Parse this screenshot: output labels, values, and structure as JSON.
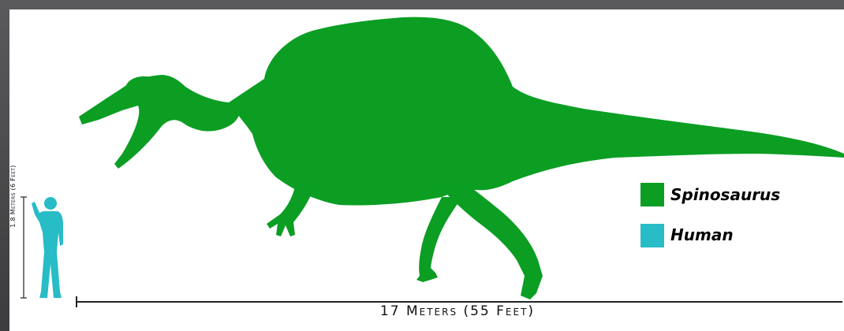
{
  "legend": {
    "items": [
      {
        "label": "Spinosaurus",
        "color": "#0b9e23"
      },
      {
        "label": "Human",
        "color": "#27bcc6"
      }
    ]
  },
  "scale": {
    "length_label": "17 Meters (55 Feet)",
    "human_height_label": "1.8 Meters (6 Feet)"
  },
  "colors": {
    "spinosaurus": "#0b9e23",
    "human": "#27bcc6",
    "frame": "#4a4a4c",
    "background": "#ffffff"
  }
}
